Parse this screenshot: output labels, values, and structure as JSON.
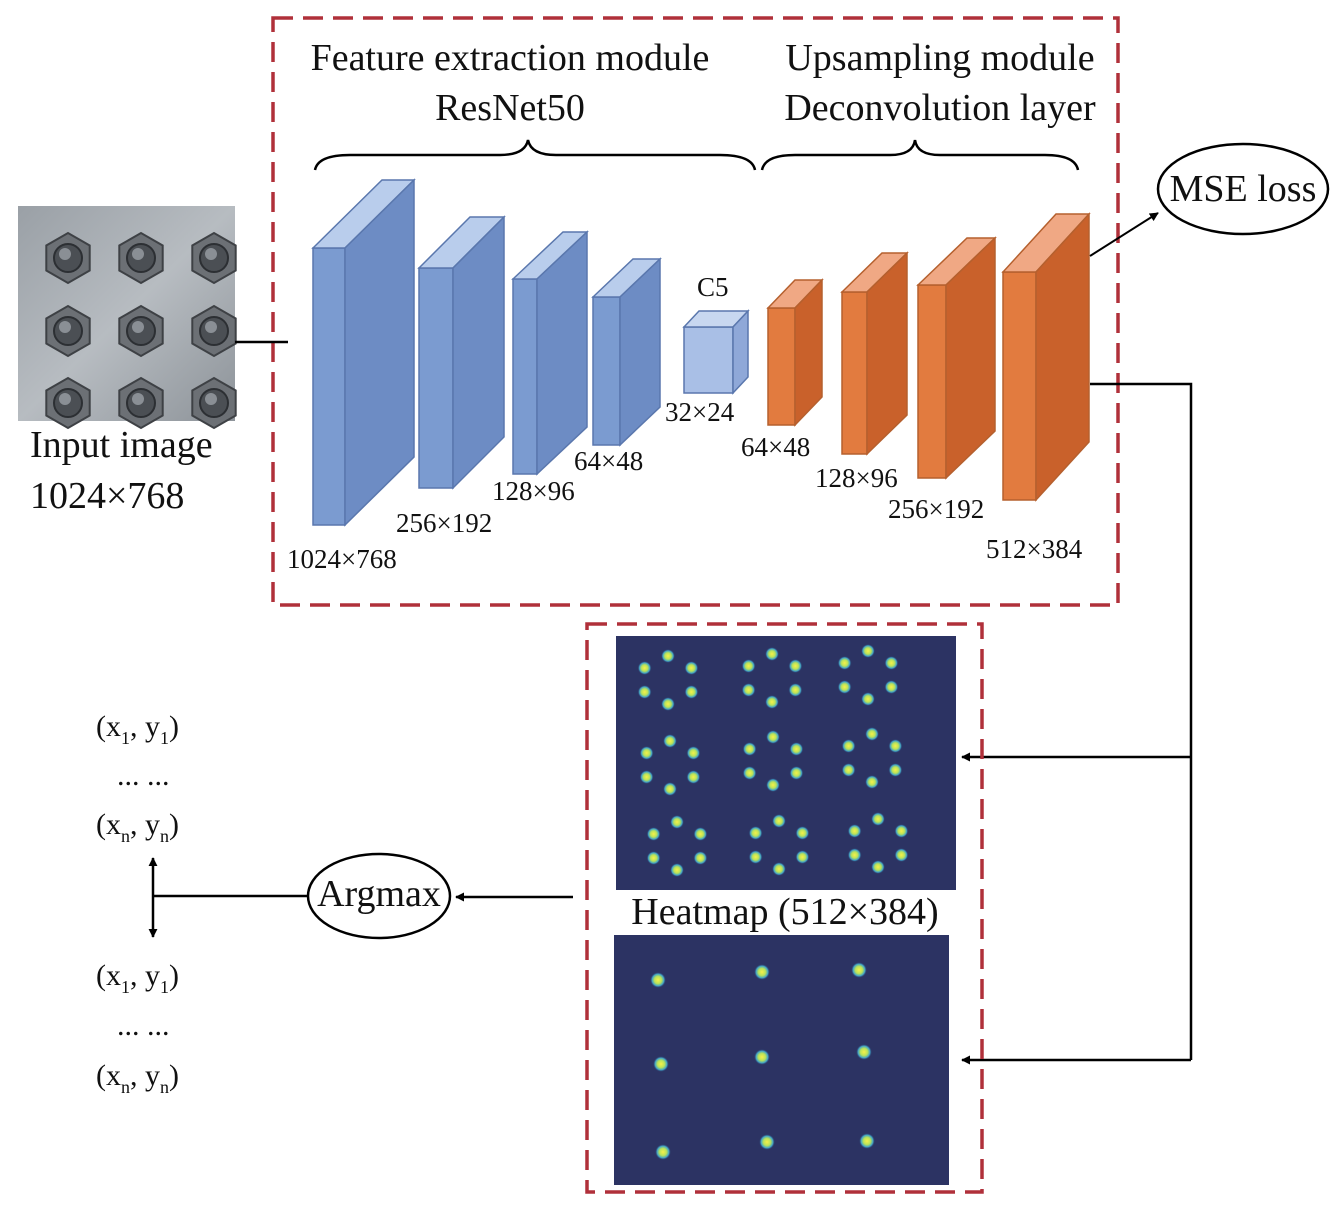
{
  "modules": {
    "feature": {
      "line1": "Feature extraction module",
      "line2": "ResNet50"
    },
    "upsampling": {
      "line1": "Upsampling module",
      "line2": "Deconvolution layer"
    }
  },
  "input": {
    "label": "Input image",
    "size": "1024×768"
  },
  "encoder_sizes": [
    "1024×768",
    "256×192",
    "128×96",
    "64×48"
  ],
  "bottleneck": {
    "name": "C5",
    "size": "32×24"
  },
  "decoder_sizes": [
    "64×48",
    "128×96",
    "256×192",
    "512×384"
  ],
  "loss": {
    "label": "MSE loss"
  },
  "heatmap": {
    "label": "Heatmap (512×384)"
  },
  "argmax": {
    "label": "Argmax"
  },
  "coords": {
    "x": "x",
    "y": "y",
    "sub_first": "1",
    "sub_last": "n",
    "ellipsis": "... ..."
  },
  "colors": {
    "dashed_border": "#b0303a",
    "encoder_front": "#7b9bd0",
    "encoder_top": "#b9cdec",
    "encoder_side": "#6d8cc4",
    "decoder_front": "#e27b3f",
    "decoder_top": "#f0a884",
    "decoder_side": "#c9612b",
    "heatmap_bg": "#2c3363",
    "heatmap_dot": "#c6e84a"
  }
}
